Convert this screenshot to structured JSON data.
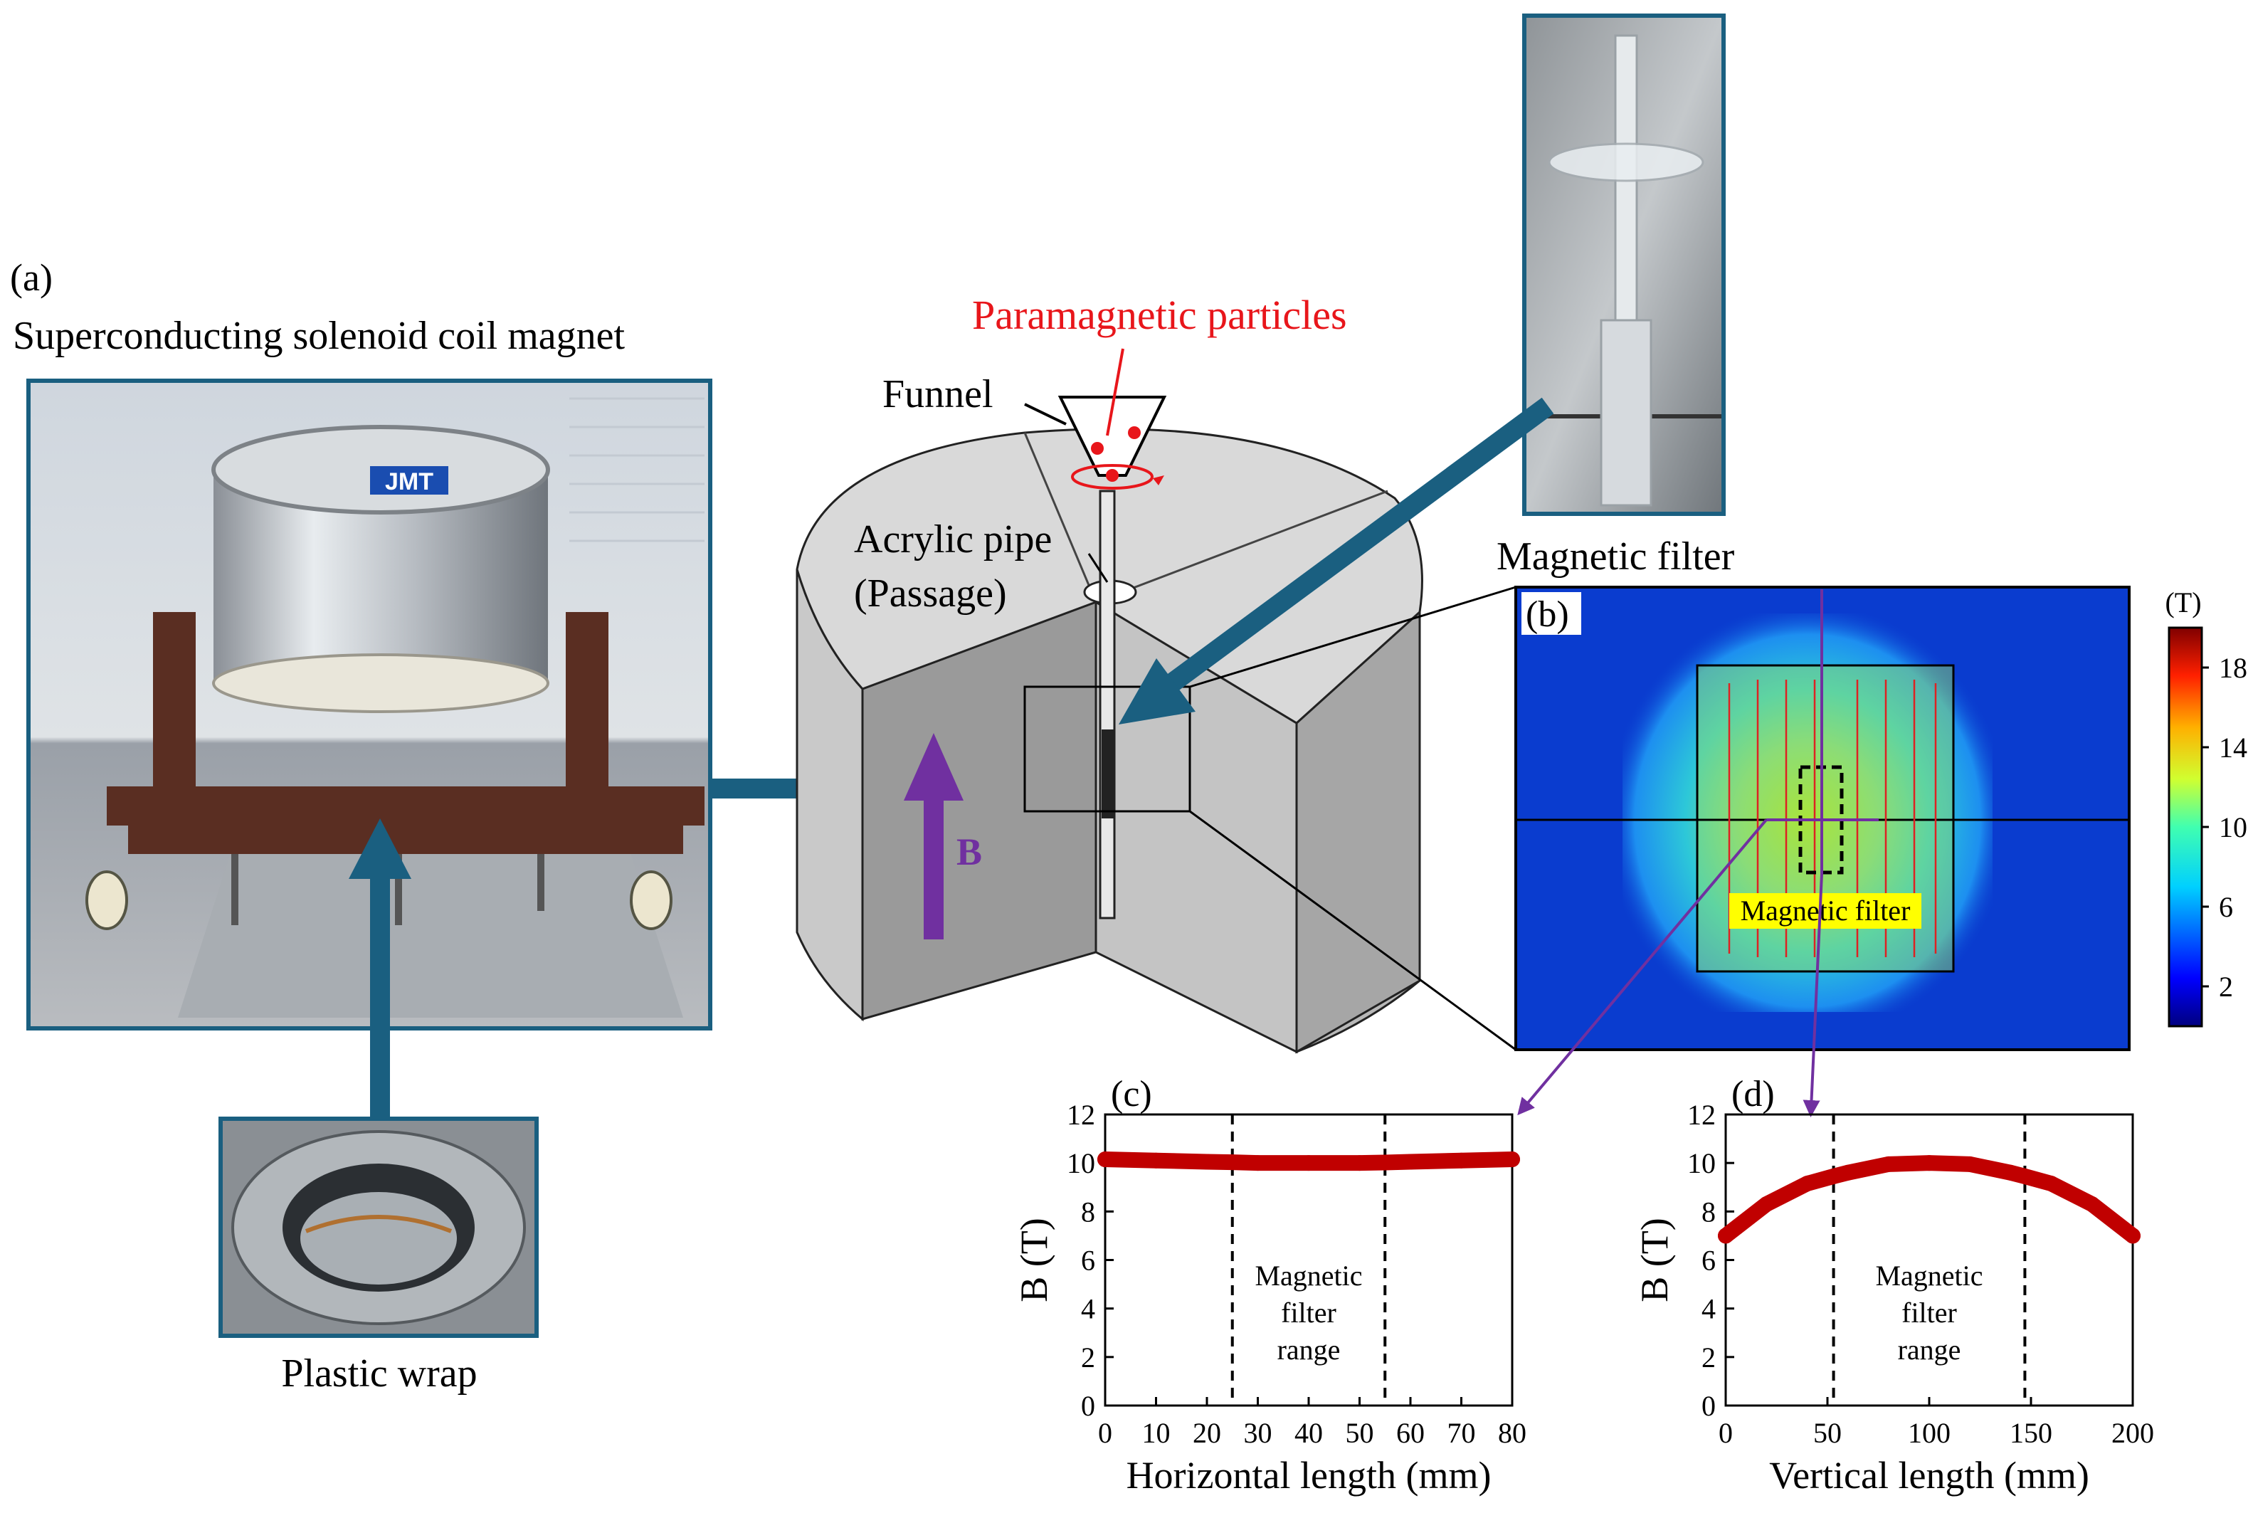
{
  "panel_a": {
    "tag": "(a)",
    "title": "Superconducting solenoid coil magnet",
    "inset_label": "Plastic wrap",
    "magnet_brand": "JMT"
  },
  "schematic": {
    "particles_label": "Paramagnetic particles",
    "funnel_label": "Funnel",
    "pipe_label_line1": "Acrylic pipe",
    "pipe_label_line2": "(Passage)",
    "field_symbol": "B",
    "filter_photo_label": "Magnetic filter"
  },
  "panel_b": {
    "tag": "(b)",
    "filter_label": "Magnetic filter",
    "colorbar": {
      "unit": "(T)",
      "ticks": [
        "18",
        "14",
        "10",
        "6",
        "2"
      ],
      "min": 0,
      "max": 20
    }
  },
  "colors": {
    "arrow_teal": "#1a5f80",
    "field_purple": "#7030a0",
    "curve_red": "#c00000",
    "label_red": "#e8161b",
    "highlight_yellow": "#ffff00"
  },
  "chart_data": [
    {
      "type": "line",
      "tag": "(c)",
      "xlabel": "Horizontal length (mm)",
      "ylabel": "B (T)",
      "xlim": [
        0,
        80
      ],
      "ylim": [
        0,
        12
      ],
      "xticks": [
        "0",
        "10",
        "20",
        "30",
        "40",
        "50",
        "60",
        "70",
        "80"
      ],
      "yticks": [
        "0",
        "2",
        "4",
        "6",
        "8",
        "10",
        "12"
      ],
      "series": [
        {
          "x": [
            0,
            10,
            20,
            25,
            30,
            40,
            50,
            55,
            60,
            70,
            80
          ],
          "y": [
            10.15,
            10.1,
            10.05,
            10.03,
            10.0,
            10.0,
            10.0,
            10.02,
            10.05,
            10.1,
            10.15
          ]
        }
      ],
      "dashed_x": [
        25,
        55
      ],
      "annotation": [
        "Magnetic",
        "filter",
        "range"
      ]
    },
    {
      "type": "line",
      "tag": "(d)",
      "xlabel": "Vertical length (mm)",
      "ylabel": "B (T)",
      "xlim": [
        0,
        200
      ],
      "ylim": [
        0,
        12
      ],
      "xticks": [
        "0",
        "50",
        "100",
        "150",
        "200"
      ],
      "yticks": [
        "0",
        "2",
        "4",
        "6",
        "8",
        "10",
        "12"
      ],
      "series": [
        {
          "x": [
            0,
            20,
            40,
            53,
            60,
            80,
            100,
            120,
            140,
            147,
            160,
            180,
            200
          ],
          "y": [
            7.0,
            8.3,
            9.15,
            9.45,
            9.6,
            9.95,
            10.0,
            9.95,
            9.6,
            9.45,
            9.15,
            8.3,
            7.0
          ]
        }
      ],
      "dashed_x": [
        53,
        147
      ],
      "annotation": [
        "Magnetic",
        "filter",
        "range"
      ]
    }
  ]
}
